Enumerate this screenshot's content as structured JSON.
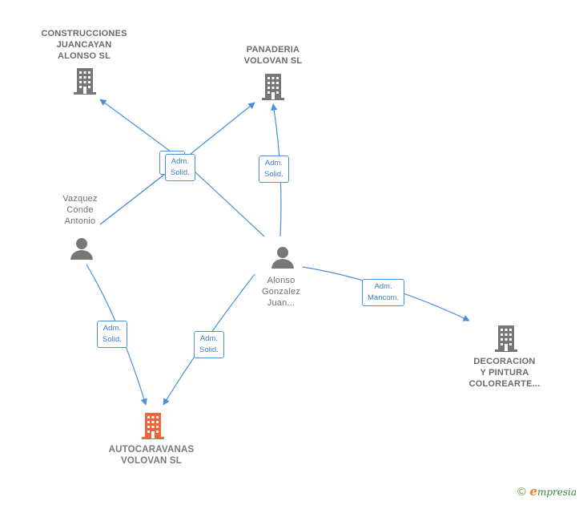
{
  "nodes": {
    "construcciones": {
      "lines": [
        "CONSTRUCCIONES",
        "JUANCAYAN",
        "ALONSO  SL"
      ],
      "type": "company"
    },
    "panaderia": {
      "lines": [
        "PANADERIA",
        "VOLOVAN  SL"
      ],
      "type": "company"
    },
    "vazquez": {
      "lines": [
        "Vazquez",
        "Conde",
        "Antonio"
      ],
      "type": "person"
    },
    "alonso": {
      "lines": [
        "Alonso",
        "Gonzalez",
        "Juan..."
      ],
      "type": "person"
    },
    "decoracion": {
      "lines": [
        "DECORACION",
        "Y PINTURA",
        "COLOREARTE..."
      ],
      "type": "company"
    },
    "autocaravanas": {
      "lines": [
        "AUTOCARAVANAS",
        "VOLOVAN  SL"
      ],
      "type": "company-main"
    }
  },
  "badges": {
    "b1": [
      "Adm.",
      "Solid."
    ],
    "b2": [
      "Adm.",
      "Solid."
    ],
    "b3": [
      "Adm.",
      "Mancom."
    ],
    "b4": [
      "Adm.",
      "Solid."
    ],
    "b5": [
      "Adm.",
      "Solid."
    ]
  },
  "colors": {
    "edge": "#4a90d9",
    "icon_gray": "#777777",
    "icon_main": "#f0643c"
  },
  "footer": {
    "copyright": "©",
    "brand_initial": "e",
    "brand_rest": "mpresia"
  }
}
